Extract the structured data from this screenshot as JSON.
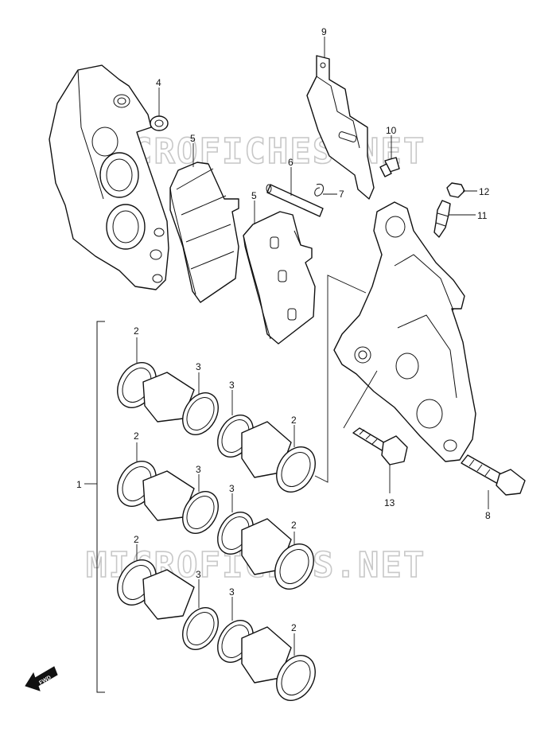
{
  "watermark": {
    "text": "MICROFICHES.NET"
  },
  "direction_mark": {
    "text": "FWD"
  },
  "callouts": {
    "c1": "1",
    "c2a": "2",
    "c2b": "2",
    "c2c": "2",
    "c2d": "2",
    "c2e": "2",
    "c2f": "2",
    "c3a": "3",
    "c3b": "3",
    "c3c": "3",
    "c3d": "3",
    "c3e": "3",
    "c3f": "3",
    "c4": "4",
    "c5a": "5",
    "c5b": "5",
    "c6": "6",
    "c7": "7",
    "c8": "8",
    "c9": "9",
    "c10": "10",
    "c11": "11",
    "c12": "12",
    "c13": "13"
  }
}
